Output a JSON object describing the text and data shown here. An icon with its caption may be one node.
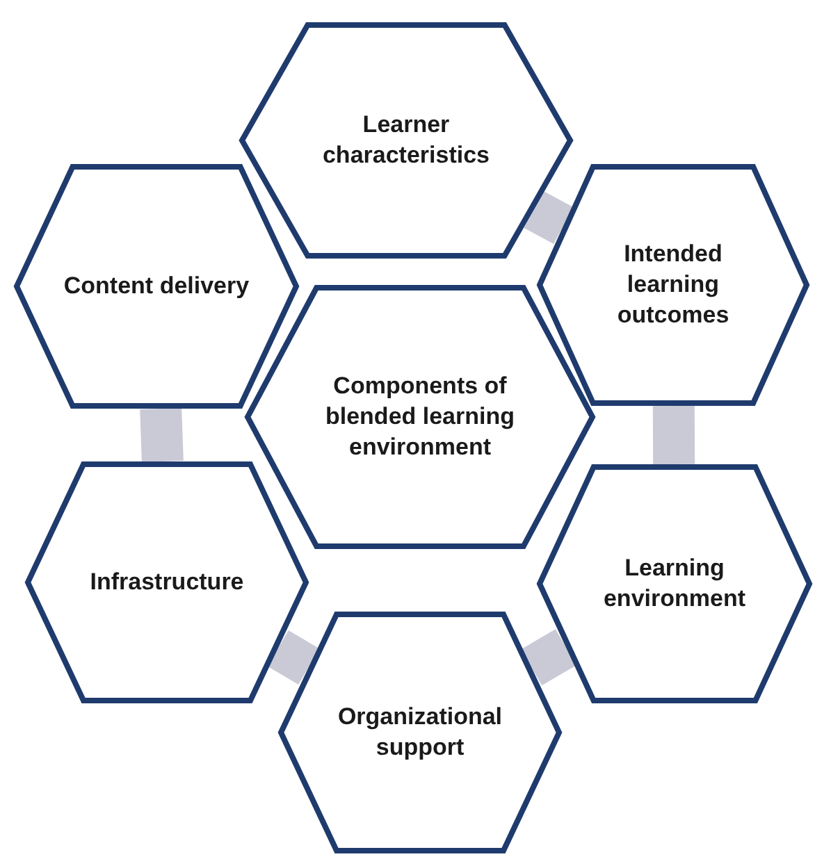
{
  "diagram": {
    "nodes": [
      {
        "text": [
          "Learner characteristics"
        ]
      },
      {
        "text": [
          "Content delivery"
        ]
      },
      {
        "text": [
          "Intended learning outcomes"
        ]
      },
      {
        "text": [
          "Components of blended learning environment"
        ]
      },
      {
        "text": [
          "Infrastructure"
        ]
      },
      {
        "text": [
          "Learning environment"
        ]
      },
      {
        "text": [
          "Organizational support"
        ]
      }
    ],
    "edges": [
      {
        "from": 0,
        "to": 2,
        "arrow": "none"
      },
      {
        "from": 2,
        "to": 5,
        "arrow": "none"
      },
      {
        "from": 5,
        "to": 6,
        "arrow": "none"
      },
      {
        "from": 6,
        "to": 4,
        "arrow": "none"
      },
      {
        "from": 4,
        "to": 1,
        "arrow": "none"
      }
    ]
  }
}
